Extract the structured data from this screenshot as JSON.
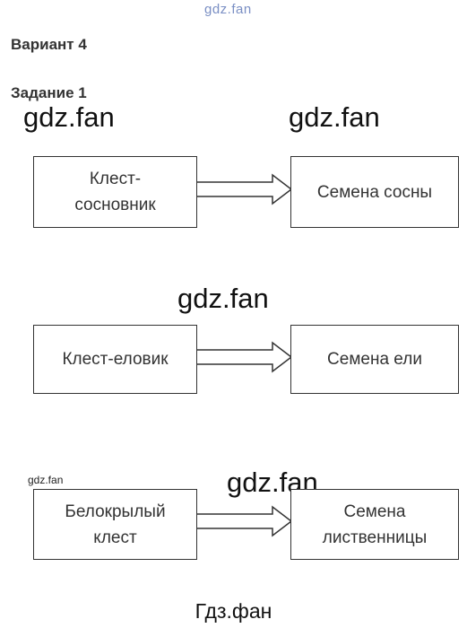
{
  "watermarks": {
    "top": "gdz.fan",
    "big": "gdz.fan",
    "small": "gdz.fan",
    "footer": "Гдз.фан"
  },
  "headings": {
    "variant": "Вариант 4",
    "task": "Задание 1"
  },
  "diagram": {
    "rows": [
      {
        "left": "Клест-сосновник",
        "right": "Семена сосны"
      },
      {
        "left": "Клест-еловик",
        "right": "Семена ели"
      },
      {
        "left": "Белокрылый клест",
        "right": "Семена лиственницы"
      }
    ]
  }
}
